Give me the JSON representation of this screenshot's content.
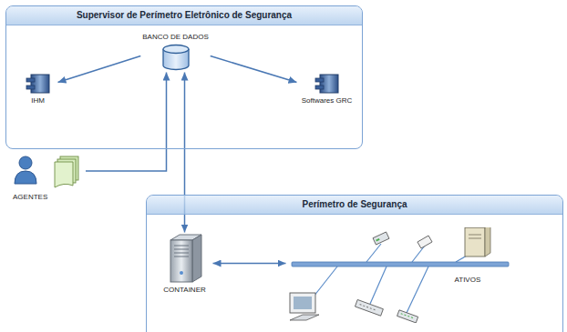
{
  "diagram": {
    "nodes": [
      {
        "text": [
          "Supervisor de Perímetro Eletrônico de Segurança"
        ]
      },
      {
        "text": [
          "BANCO DE DADOS"
        ],
        "in": 0
      },
      {
        "text": [
          "IHM"
        ],
        "in": 0
      },
      {
        "text": [
          "Softwares GRC"
        ],
        "in": 0
      },
      {
        "text": [
          "AGENTES"
        ]
      },
      {
        "text": [
          "Perímetro de Segurança"
        ]
      },
      {
        "text": [
          "CONTAINER"
        ],
        "in": 5
      },
      {
        "text": [
          "ATIVOS"
        ],
        "in": 5
      }
    ],
    "edges": [
      {
        "from": 1,
        "to": 2,
        "arrow": "to"
      },
      {
        "from": 1,
        "to": 3,
        "arrow": "to"
      },
      {
        "from": 4,
        "to": 1,
        "arrow": "to"
      },
      {
        "from": 1,
        "to": 6,
        "arrow": "both"
      },
      {
        "from": 6,
        "to": 7,
        "arrow": "both"
      }
    ]
  }
}
